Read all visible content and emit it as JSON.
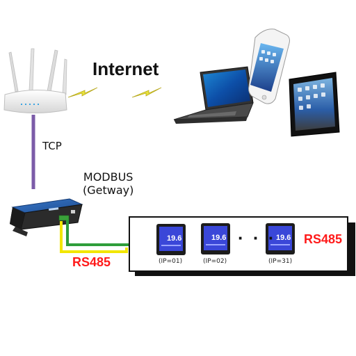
{
  "labels": {
    "internet": "Internet",
    "tcp": "TCP",
    "modbus_line1": "MODBUS",
    "modbus_line2": "(Getway)",
    "rs485_left": "RS485",
    "rs485_right": "RS485",
    "ellipsis": "· · ·"
  },
  "thermostats": [
    {
      "ip": "(IP=01)",
      "temp": "19.6"
    },
    {
      "ip": "(IP=02)",
      "temp": "19.6"
    },
    {
      "ip": "(IP=31)",
      "temp": "19.6"
    }
  ],
  "colors": {
    "tcp_line": "#7b5ba8",
    "bus_green": "#2e9d3a",
    "bus_yellow": "#f2e600",
    "wireless_bolt": "#e8e23a",
    "label_red": "#ff1a1a",
    "thermostat_screen": "#3a47d8"
  },
  "icons": [
    "router-icon",
    "laptop-icon",
    "smartphone-icon",
    "tablet-icon",
    "modbus-gateway-icon",
    "thermostat-icon",
    "wireless-bolt-icon"
  ]
}
